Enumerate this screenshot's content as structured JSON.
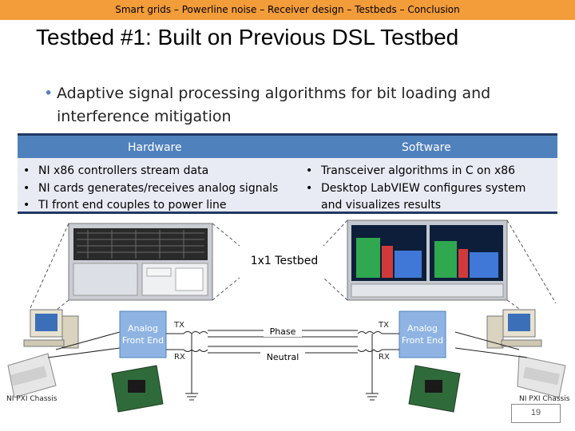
{
  "breadcrumb": "Smart grids – Powerline noise – Receiver design – Testbeds – Conclusion",
  "title": "Testbed #1: Built on Previous DSL Testbed",
  "subbullet": "Adaptive signal processing algorithms for bit loading and interference mitigation",
  "table": {
    "headers": [
      "Hardware",
      "Software"
    ],
    "hardware": [
      "NI x86 controllers stream data",
      "NI cards generates/receives analog signals",
      "TI front end couples to power line"
    ],
    "software": [
      "Transceiver algorithms in C on x86",
      "Desktop LabVIEW configures system",
      "and visualizes results"
    ]
  },
  "diagram": {
    "center_label": "1x1 Testbed",
    "afe_label_line1": "Analog",
    "afe_label_line2": "Front End",
    "tx": "TX",
    "rx": "RX",
    "phase": "Phase",
    "neutral": "Neutral",
    "chassis": "NI PXI Chassis"
  },
  "page_number": "19"
}
